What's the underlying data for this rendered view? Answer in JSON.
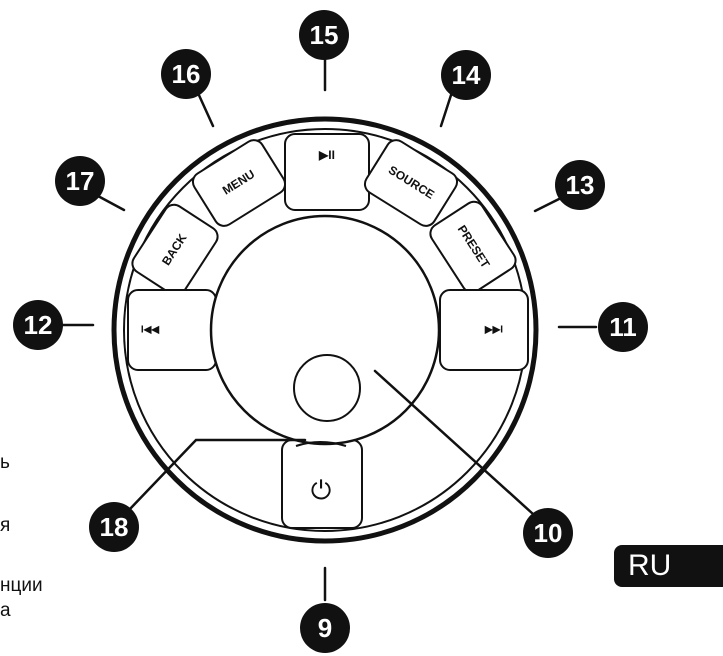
{
  "buttons": {
    "back": "BACK",
    "menu": "MENU",
    "play_pause": "▶II",
    "source": "SOURCE",
    "preset": "PRESET",
    "prev": "I◀◀",
    "next": "▶▶I",
    "power": "⏻"
  },
  "callouts": {
    "n9": "9",
    "n10": "10",
    "n11": "11",
    "n12": "12",
    "n13": "13",
    "n14": "14",
    "n15": "15",
    "n16": "16",
    "n17": "17",
    "n18": "18"
  },
  "left_text": {
    "line1": "ь",
    "line2": "я",
    "line3": "нции",
    "line4": "а"
  },
  "language_badge": "RU",
  "colors": {
    "ink": "#111111",
    "paper": "#ffffff"
  }
}
